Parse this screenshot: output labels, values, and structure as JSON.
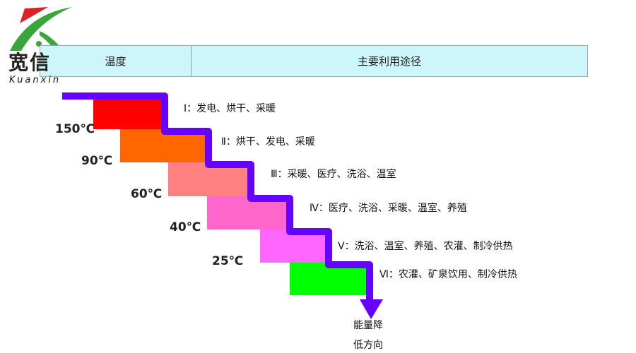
{
  "logo": {
    "cn": "宽信",
    "en": "Kuanxin"
  },
  "header": {
    "col1": "温度",
    "col2": "主要利用途径"
  },
  "levels": [
    {
      "temp": "150℃",
      "use": "Ⅰ：发电、烘干、采暖",
      "color": "#ff0000"
    },
    {
      "temp": "90℃",
      "use": "Ⅱ：烘干、发电、采暖",
      "color": "#ff6600"
    },
    {
      "temp": "60℃",
      "use": "Ⅲ：采暖、医疗、洗浴、温室",
      "color": "#ff8080"
    },
    {
      "temp": "40℃",
      "use": "Ⅳ：医疗、洗浴、采暖、温室、养殖",
      "color": "#ff66cc"
    },
    {
      "temp": "25℃",
      "use": "Ⅴ：洗浴、温室、养殖、农灌、制冷供热",
      "color": "#ff66ff"
    },
    {
      "temp": null,
      "use": "Ⅵ：农灌、矿泉饮用、制冷供热",
      "color": "#00ff00"
    }
  ],
  "arrow": {
    "line1": "能量降",
    "line2": "低方向",
    "color": "#6600ff"
  }
}
